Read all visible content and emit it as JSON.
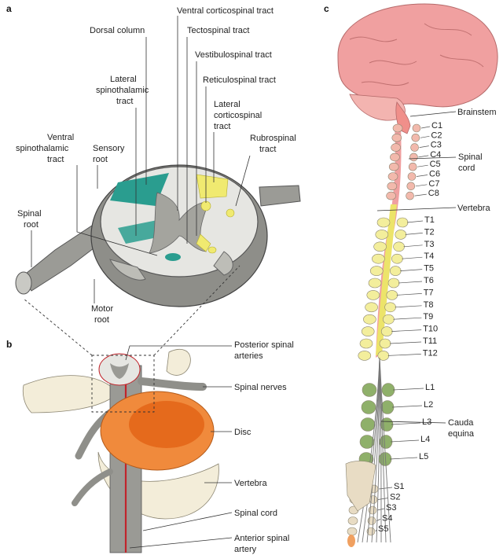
{
  "panels": {
    "a": "a",
    "b": "b",
    "c": "c"
  },
  "panel_a": {
    "dorsal_column": "Dorsal column",
    "ventral_corticospinal": "Ventral corticospinal tract",
    "tectospinal": "Tectospinal tract",
    "vestibulospinal": "Vestibulospinal tract",
    "reticulospinal": "Reticulospinal tract",
    "lateral_spinothalamic": [
      "Lateral",
      "spinothalamic",
      "tract"
    ],
    "lateral_corticospinal": [
      "Lateral",
      "corticospinal",
      "tract"
    ],
    "rubrospinal": [
      "Rubrospinal",
      "tract"
    ],
    "ventral_spinothalamic": [
      "Ventral",
      "spinothalamic",
      "tract"
    ],
    "sensory_root": [
      "Sensory",
      "root"
    ],
    "spinal_root": [
      "Spinal",
      "root"
    ],
    "motor_root": [
      "Motor",
      "root"
    ]
  },
  "panel_b": {
    "posterior_spinal_arteries": [
      "Posterior spinal",
      "arteries"
    ],
    "spinal_nerves": "Spinal nerves",
    "disc": "Disc",
    "vertebra": "Vertebra",
    "spinal_cord": "Spinal cord",
    "anterior_spinal_artery": [
      "Anterior spinal",
      "artery"
    ]
  },
  "panel_c": {
    "brainstem": "Brainstem",
    "spinal_cord": [
      "Spinal",
      "cord"
    ],
    "vertebra": "Vertebra",
    "cauda_equina": [
      "Cauda",
      "equina"
    ],
    "cervical": [
      "C1",
      "C2",
      "C3",
      "C4",
      "C5",
      "C6",
      "C7",
      "C8"
    ],
    "thoracic": [
      "T1",
      "T2",
      "T3",
      "T4",
      "T5",
      "T6",
      "T7",
      "T8",
      "T9",
      "T10",
      "T11",
      "T12"
    ],
    "lumbar": [
      "L1",
      "L2",
      "L3",
      "L4",
      "L5"
    ],
    "sacral": [
      "S1",
      "S2",
      "S3",
      "S4",
      "S5"
    ]
  },
  "colors": {
    "cervical": "#f2b9ac",
    "thoracic": "#f3ee9c",
    "lumbar": "#8fb06a",
    "sacral": "#e8dcc4",
    "coccyx": "#f0a060",
    "brain": "#f0a0a0",
    "grey_matter": "#9a9a94",
    "tract_teal": "#2a9d8f",
    "tract_yellow": "#f0ea70",
    "disc": "#f08a3c"
  }
}
